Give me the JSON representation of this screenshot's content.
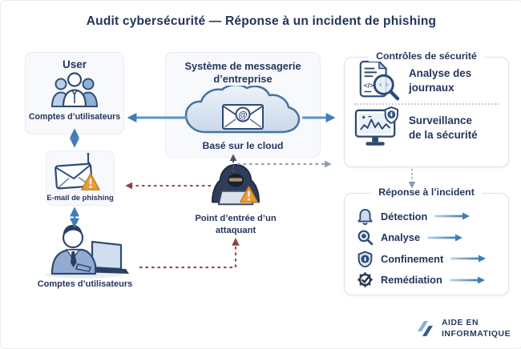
{
  "title": "Audit cybersécurité — Réponse à un incident de phishing",
  "user_box": {
    "title": "User",
    "caption": "Comptes d’utilisateurs",
    "icon": "users-group-icon"
  },
  "phishing_email": {
    "label": "E-mail de phishing",
    "icon": "phishing-envelope-icon"
  },
  "workstation": {
    "caption": "Comptes d’utilisateurs",
    "icon": "employee-laptop-icon"
  },
  "messaging": {
    "title_line1": "Système de messagerie",
    "title_line2": "d’entreprise",
    "caption": "Basé sur le cloud",
    "at_symbol": "@",
    "icon": "cloud-mail-icon"
  },
  "attacker": {
    "label_line1": "Point d’entrée d’un",
    "label_line2": "attaquant",
    "icon": "hacker-icon"
  },
  "controls": {
    "title": "Contrôles de sécurité",
    "code_glyph": "</>",
    "items": [
      {
        "icon": "log-analysis-icon",
        "label_line1": "Analyse des",
        "label_line2": "journaux"
      },
      {
        "icon": "security-monitoring-icon",
        "label_line1": "Surveillance",
        "label_line2": "de la sécurité"
      }
    ]
  },
  "response": {
    "title": "Réponse à l’incident",
    "items": [
      {
        "icon": "bell-icon",
        "label": "Détection"
      },
      {
        "icon": "magnifier-icon",
        "label": "Analyse"
      },
      {
        "icon": "shield-icon",
        "label": "Confinement"
      },
      {
        "icon": "gear-check-icon",
        "label": "Remédiation"
      }
    ]
  },
  "logo": {
    "line1": "AIDE EN",
    "line2": "INFORMATIQUE"
  },
  "colors": {
    "text_navy": "#24355c",
    "arrow_blue": "#4e8ec6",
    "attack_red": "#9a4b4b",
    "neutral_grey": "#8b9cae",
    "warning_orange": "#ef9d32",
    "icon_outline": "#2e4a73",
    "light_fill": "#f7f9fc"
  }
}
